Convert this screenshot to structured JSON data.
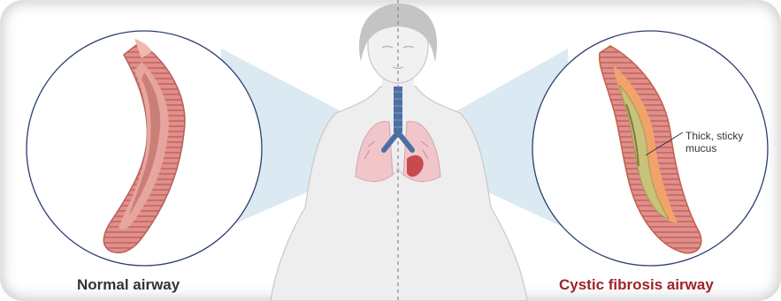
{
  "labels": {
    "normal_caption": "Normal airway",
    "cf_caption": "Cystic fibrosis airway",
    "mucus_callout": "Thick, sticky\nmucus"
  },
  "colors": {
    "normal_caption": "#333333",
    "cf_caption": "#a0222a",
    "airway_wall": "#e48a86",
    "airway_lumen": "#d98e83",
    "mucus": "#c8c27a",
    "lung": "#f0c6cb",
    "trachea": "#4a6fa5",
    "body_silhouette": "#eeeeee",
    "hair": "#c4c4c4",
    "zoom_cone": "#cfe1ee",
    "magnifier_ring": "#2c3e6e"
  },
  "icons": {
    "left_circle": "normal-airway-icon",
    "right_circle": "cf-airway-icon",
    "center": "human-torso-lungs-icon"
  }
}
